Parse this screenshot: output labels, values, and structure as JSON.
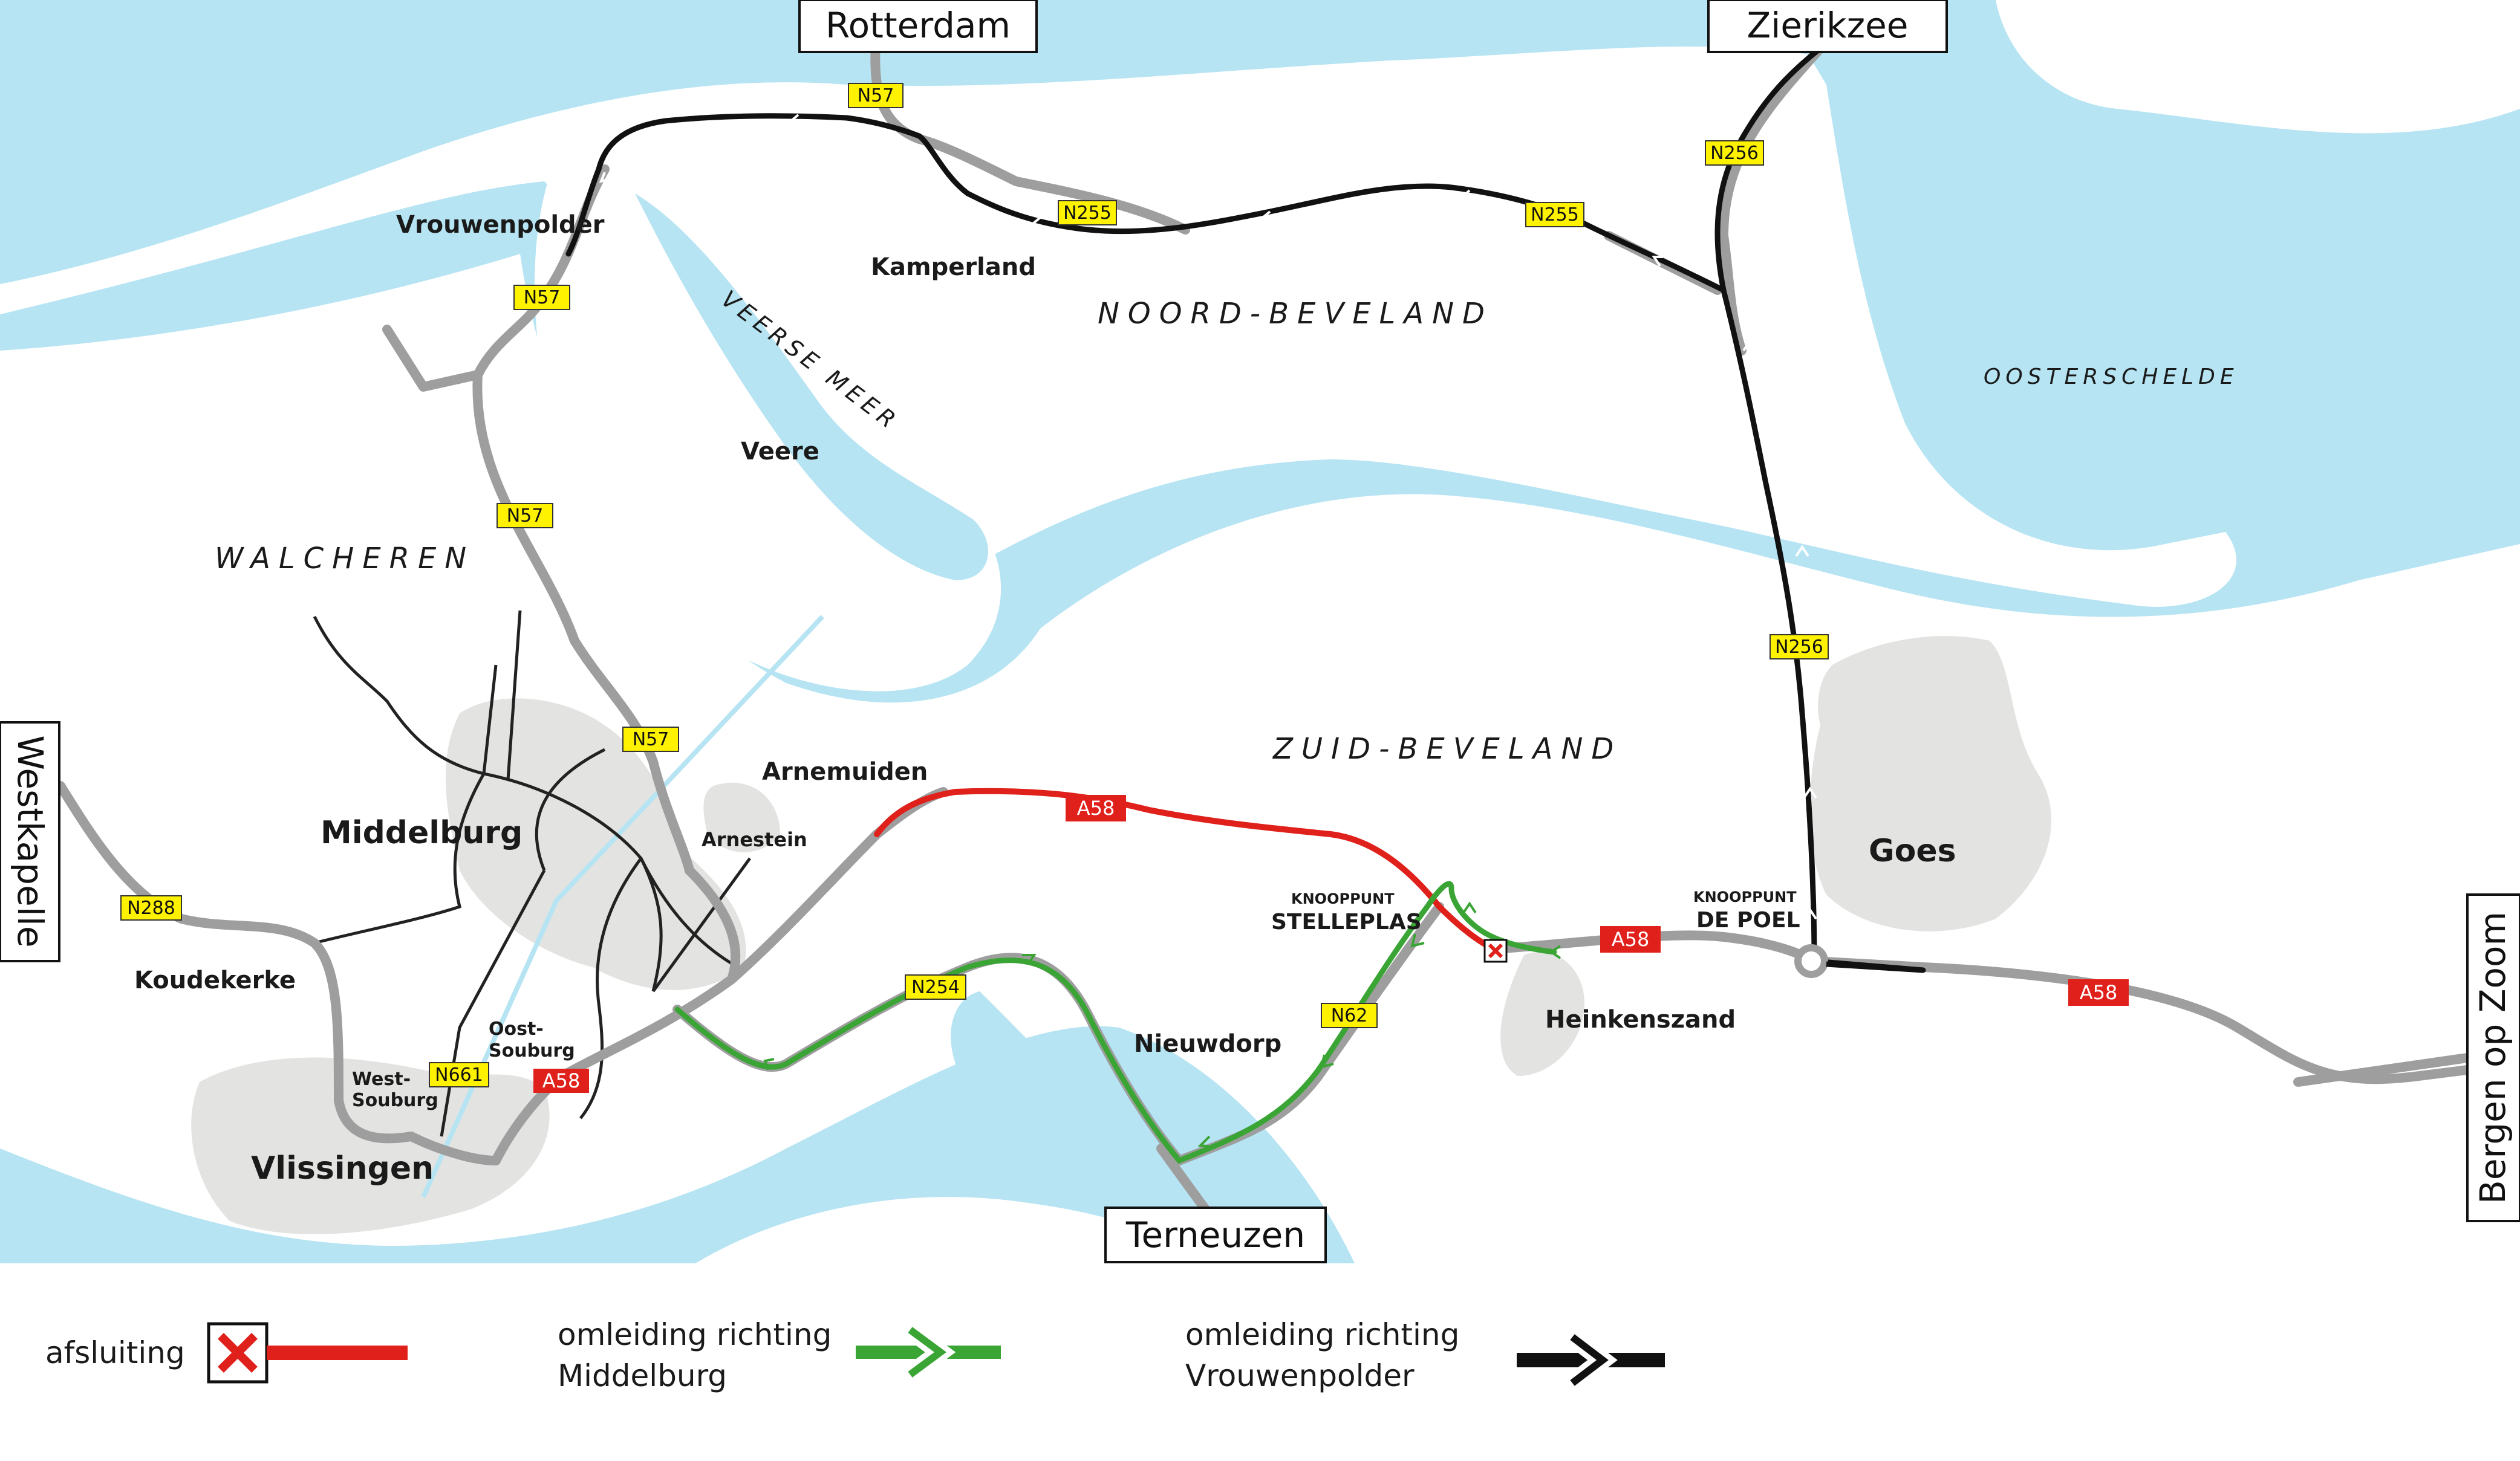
{
  "regions": {
    "noord_beveland": "NOORD-BEVELAND",
    "zuid_beveland": "ZUID-BEVELAND",
    "walcheren": "WALCHEREN",
    "oosterschelde": "OOSTERSCHELDE",
    "veerse_meer": "VEERSE MEER"
  },
  "places": {
    "vrouwenpolder": "Vrouwenpolder",
    "kamperland": "Kamperland",
    "veere": "Veere",
    "middelburg": "Middelburg",
    "arnemuiden": "Arnemuiden",
    "arnestein": "Arnestein",
    "koudekerke": "Koudekerke",
    "vlissingen": "Vlissingen",
    "oost_souburg_1": "Oost-",
    "oost_souburg_2": "Souburg",
    "west_souburg_1": "West-",
    "west_souburg_2": "Souburg",
    "nieuwdorp": "Nieuwdorp",
    "heinkenszand": "Heinkenszand",
    "goes": "Goes",
    "knooppunt_1": "KNOOPPUNT",
    "stelleplas": "STELLEPLAS",
    "knooppunt_2": "KNOOPPUNT",
    "de_poel": "DE POEL"
  },
  "destinations": {
    "rotterdam": "Rotterdam",
    "zierikzee": "Zierikzee",
    "westkapelle": "Westkapelle",
    "bergen_op_zoom": "Bergen op Zoom",
    "terneuzen": "Terneuzen"
  },
  "shields": {
    "n57_top": "N57",
    "n57_vrouwenpolder": "N57",
    "n57_mid": "N57",
    "n57_lower": "N57",
    "n255_west": "N255",
    "n255_east": "N255",
    "n256_top": "N256",
    "n256_mid": "N256",
    "n288": "N288",
    "n661": "N661",
    "n254": "N254",
    "n62": "N62",
    "a58_vlissingen": "A58",
    "a58_closed": "A58",
    "a58_depoel": "A58",
    "a58_east": "A58"
  },
  "legend": {
    "closure": "afsluiting",
    "detour_middelburg_1": "omleiding richting",
    "detour_middelburg_2": "Middelburg",
    "detour_vrouwenpolder_1": "omleiding richting",
    "detour_vrouwenpolder_2": "Vrouwenpolder"
  },
  "colors": {
    "water": "#b6e4f3",
    "land": "#ffffff",
    "urban": "#e3e3e1",
    "road_gray": "#9e9e9e",
    "closure_red": "#e0201b",
    "detour_green": "#3aa535",
    "detour_black": "#111111",
    "shield_yellow": "#fff200",
    "shield_red": "#e0201b"
  }
}
